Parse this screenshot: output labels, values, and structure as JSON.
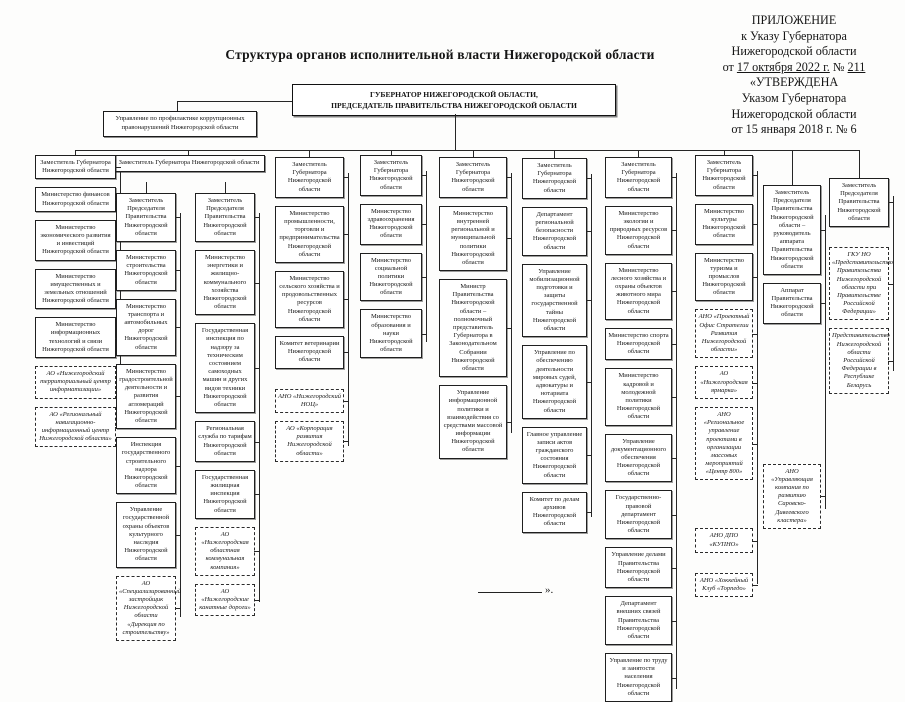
{
  "title": "Структура органов исполнительной власти Нижегородской области",
  "closing_mark": "».",
  "annotation": {
    "line1": "ПРИЛОЖЕНИЕ",
    "line2": "к Указу Губернатора",
    "line3": "Нижегородской области",
    "line4_prefix": "от ",
    "line4_date": "17 октября 2022 г.",
    "line4_mid": " № ",
    "line4_number": "211",
    "line5": "«УТВЕРЖДЕНА",
    "line6": "Указом Губернатора",
    "line7": "Нижегородской области",
    "line8": "от 15 января 2018 г. № 6"
  },
  "governor_box": {
    "line1": "ГУБЕРНАТОР НИЖЕГОРОДСКОЙ ОБЛАСТИ,",
    "line2": "ПРЕДСЕДАТЕЛЬ ПРАВИТЕЛЬСТВА НИЖЕГОРОДСКОЙ ОБЛАСТИ"
  },
  "anticorruption_box": "Управление по профилактике коррупционных правонарушений Нижегородской области",
  "columns": {
    "c1": {
      "header": "Заместитель Губернатора Нижегородской области",
      "items": [
        {
          "label": "Министерство финансов Нижегородской области",
          "style": "solid"
        },
        {
          "label": "Министерство экономического развития и инвестиций Нижегородской области",
          "style": "solid"
        },
        {
          "label": "Министерство имущественных и земельных отношений Нижегородской области",
          "style": "solid"
        },
        {
          "label": "Министерство информационных технологий и связи Нижегородской области",
          "style": "solid"
        },
        {
          "label": "АО «Нижегородский территориальный центр информатизации»",
          "style": "dashed"
        },
        {
          "label": "АО «Региональный навигационно-информационный центр Нижегородской области»",
          "style": "dashed"
        }
      ]
    },
    "c2": {
      "header": "Заместитель Губернатора Нижегородской области",
      "sub1": {
        "header": "Заместитель Председателя Правительства Нижегородской области",
        "items": [
          {
            "label": "Министерство строительства Нижегородской области",
            "style": "solid"
          },
          {
            "label": "Министерство транспорта и автомобильных дорог Нижегородской области",
            "style": "solid"
          },
          {
            "label": "Министерство градостроительной деятельности и развития агломераций Нижегородской области",
            "style": "solid"
          },
          {
            "label": "Инспекция государственного строительного надзора Нижегородской области",
            "style": "solid"
          },
          {
            "label": "Управление государственной охраны объектов культурного наследия Нижегородской области",
            "style": "solid"
          },
          {
            "label": "АО «Специализированный застройщик Нижегородской области «Дирекция по строительству»",
            "style": "dashed"
          }
        ]
      },
      "sub2": {
        "header": "Заместитель Председателя Правительства Нижегородской области",
        "items": [
          {
            "label": "Министерство энергетики и жилищно-коммунального хозяйства Нижегородской области",
            "style": "solid"
          },
          {
            "label": "Государственная инспекция по надзору за техническим состоянием самоходных машин и других видов техники Нижегородской области",
            "style": "solid"
          },
          {
            "label": "Региональная служба по тарифам Нижегородской области",
            "style": "solid"
          },
          {
            "label": "Государственная жилищная инспекция Нижегородской области",
            "style": "solid"
          },
          {
            "label": "АО «Нижегородская областная коммунальная компания»",
            "style": "dashed"
          },
          {
            "label": "АО «Нижегородские канатные дороги»",
            "style": "dashed"
          }
        ]
      }
    },
    "c3": {
      "header": "Заместитель Губернатора Нижегородской области",
      "items": [
        {
          "label": "Министерство промышленности, торговли и предпринимательства Нижегородской области",
          "style": "solid"
        },
        {
          "label": "Министерство сельского хозяйства и продовольственных ресурсов Нижегородской области",
          "style": "solid"
        },
        {
          "label": "Комитет ветеринарии Нижегородской области",
          "style": "solid"
        },
        {
          "label": "АНО «Нижегородский НОЦ»",
          "style": "dashed"
        },
        {
          "label": "АО «Корпорация развития Нижегородской области»",
          "style": "dashed"
        }
      ]
    },
    "c4": {
      "header": "Заместитель Губернатора Нижегородской области",
      "items": [
        {
          "label": "Министерство здравоохранения Нижегородской области",
          "style": "solid"
        },
        {
          "label": "Министерство социальной политики Нижегородской области",
          "style": "solid"
        },
        {
          "label": "Министерство образования и науки Нижегородской области",
          "style": "solid"
        }
      ]
    },
    "c5": {
      "header": "Заместитель Губернатора Нижегородской области",
      "items": [
        {
          "label": "Министерство внутренней региональной и муниципальной политики Нижегородской области",
          "style": "solid"
        },
        {
          "label": "Министр Правительства Нижегородской области – полномочный представитель Губернатора в Законодательном Собрании Нижегородской области",
          "style": "solid"
        },
        {
          "label": "Управление информационной политики и взаимодействия со средствами массовой информации Нижегородской области",
          "style": "solid"
        }
      ]
    },
    "c6": {
      "header": "Заместитель Губернатора Нижегородской области",
      "items": [
        {
          "label": "Департамент региональной безопасности Нижегородской области",
          "style": "solid"
        },
        {
          "label": "Управление мобилизационной подготовки и защиты государственной тайны Нижегородской области",
          "style": "solid"
        },
        {
          "label": "Управление по обеспечению деятельности мировых судей, адвокатуры и нотариата Нижегородской области",
          "style": "solid"
        },
        {
          "label": "Главное управление записи актов гражданского состояния Нижегородской области",
          "style": "solid"
        },
        {
          "label": "Комитет по делам архивов Нижегородской области",
          "style": "solid"
        }
      ]
    },
    "c7": {
      "header": "Заместитель Губернатора Нижегородской области",
      "items": [
        {
          "label": "Министерство экологии и природных ресурсов Нижегородской области",
          "style": "solid"
        },
        {
          "label": "Министерство лесного хозяйства и охраны объектов животного мира Нижегородской области",
          "style": "solid"
        },
        {
          "label": "Министерство спорта Нижегородской области",
          "style": "solid"
        },
        {
          "label": "Министерство кадровой и молодежной политики Нижегородской области",
          "style": "solid"
        },
        {
          "label": "Управление документационного обеспечения Нижегородской области",
          "style": "solid"
        },
        {
          "label": "Государственно-правовой департамент Нижегородской области",
          "style": "solid"
        },
        {
          "label": "Управление делами Правительства Нижегородской области",
          "style": "solid"
        },
        {
          "label": "Департамент внешних связей Правительства Нижегородской области",
          "style": "solid"
        },
        {
          "label": "Управление по труду и занятости населения Нижегородской области",
          "style": "solid"
        }
      ]
    },
    "c8": {
      "header": "Заместитель Губернатора Нижегородской области",
      "items": [
        {
          "label": "Министерство культуры Нижегородской области",
          "style": "solid"
        },
        {
          "label": "Министерство туризма и промыслов Нижегородской области",
          "style": "solid"
        },
        {
          "label": "АНО «Проектный Офис Стратегии Развития Нижегородской области»",
          "style": "dashed"
        },
        {
          "label": "АО «Нижегородская ярмарка»",
          "style": "dashed"
        },
        {
          "label": "АНО «Региональное управление проектами в организации массовых мероприятий «Центр 800»",
          "style": "dashed"
        },
        {
          "label": "АНО ДПО «КУПНО»",
          "style": "dashed"
        },
        {
          "label": "АНО «Хоккейный Клуб «Торпедо»",
          "style": "dashed"
        }
      ]
    },
    "c9": {
      "header": "Заместитель Председателя Правительства Нижегородской области – руководитель аппарата Правительства Нижегородской области",
      "items": [
        {
          "label": "Аппарат Правительства Нижегородской области",
          "style": "solid"
        },
        {
          "label": "АНО «Управляющая компания по развитию Саровско-Дивеевского кластера»",
          "style": "dashed"
        }
      ]
    },
    "c10": {
      "header": "Заместитель Председателя Правительства Нижегородской области",
      "items": [
        {
          "label": "ГКУ НО «Представительство Правительства Нижегородской области при Правительстве Российской Федерации»",
          "style": "dashed"
        },
        {
          "label": "Представительство Нижегородской области Российской Федерации в Республике Беларусь",
          "style": "dashed"
        }
      ]
    }
  }
}
